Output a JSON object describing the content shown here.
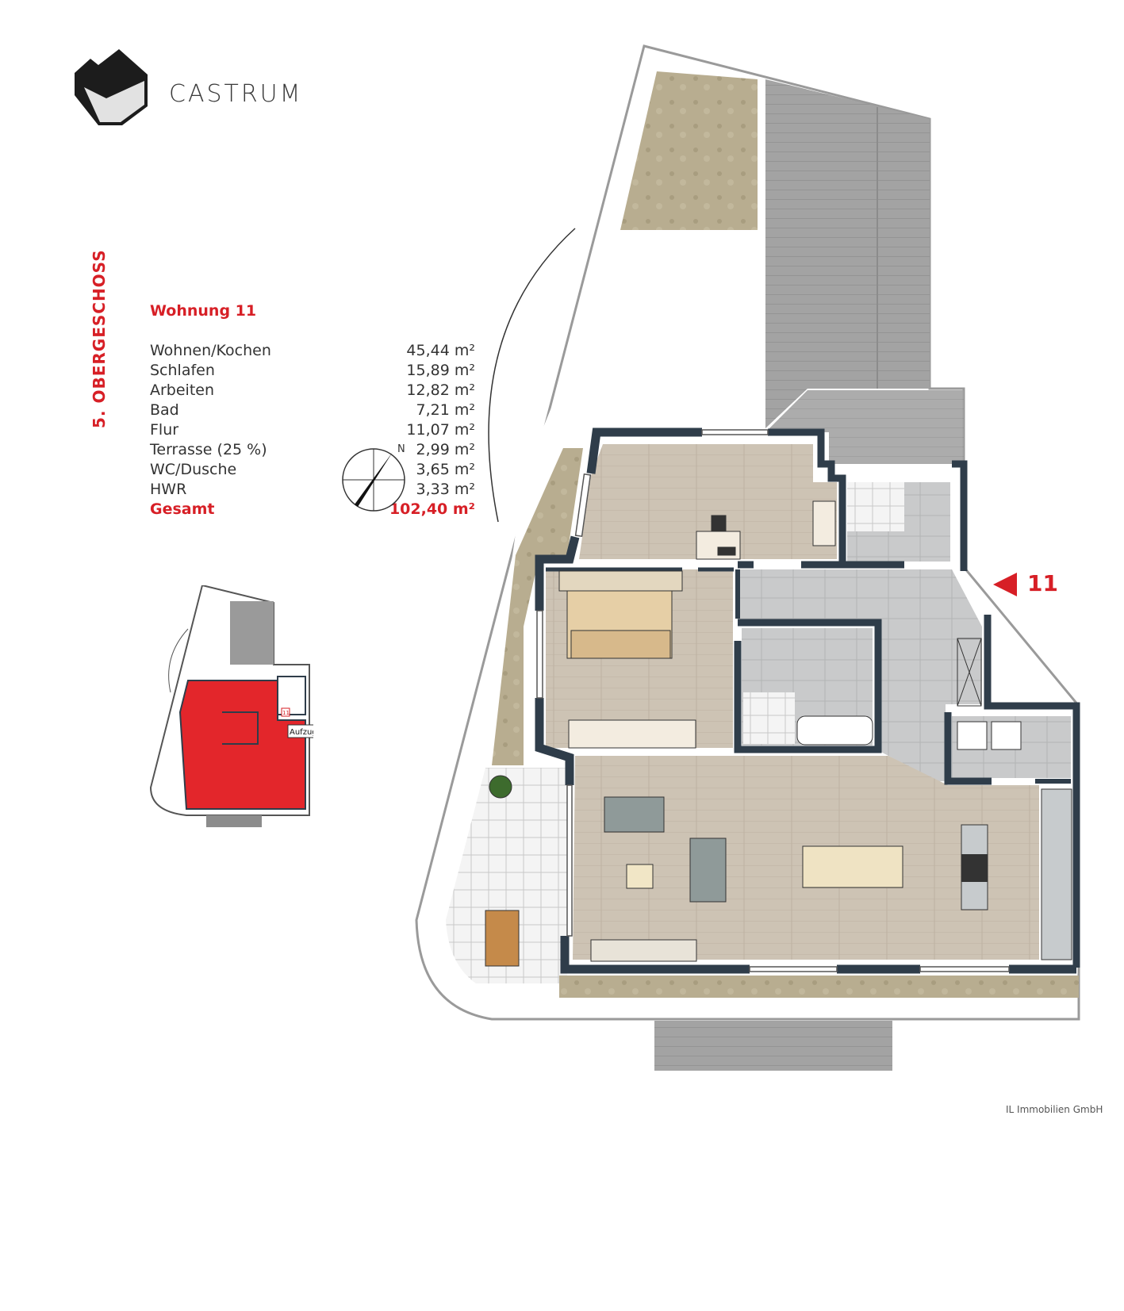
{
  "brand": {
    "name": "CASTRUM"
  },
  "floor": {
    "label": "5. OBERGESCHOSS"
  },
  "unit": {
    "title": "Wohnung 11",
    "rooms": [
      {
        "name": "Wohnen/Kochen",
        "area": "45,44"
      },
      {
        "name": "Schlafen",
        "area": "15,89"
      },
      {
        "name": "Arbeiten",
        "area": "12,82"
      },
      {
        "name": "Bad",
        "area": "7,21"
      },
      {
        "name": "Flur",
        "area": "11,07"
      },
      {
        "name": "Terrasse (25 %)",
        "area": "2,99"
      },
      {
        "name": "WC/Dusche",
        "area": "3,65"
      },
      {
        "name": "HWR",
        "area": "3,33"
      }
    ],
    "total": {
      "name": "Gesamt",
      "area": "102,40"
    }
  },
  "entry": {
    "number": "11"
  },
  "minimap": {
    "elevator_label": "Aufzug",
    "stair_label": "11"
  },
  "compass": {
    "north_label": "N"
  },
  "footer": {
    "copyright": "IL Immobilien GmbH"
  },
  "colors": {
    "accent": "#d71f26",
    "wall": "#2f3d4a",
    "wood_floor": "#cdc3b4",
    "tile_floor": "#c9cacb",
    "roof": "#9a9a9a",
    "green_roof": "#b6ab8e",
    "highlight": "#e3262b"
  }
}
